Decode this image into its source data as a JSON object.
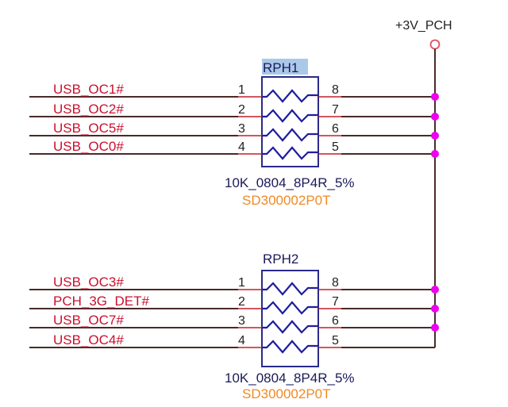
{
  "power_rail": {
    "label": "+3V_PCH",
    "colors": {
      "port": "#e05060",
      "wire": "#4a2a2a",
      "junction": "#ee00ee"
    }
  },
  "resistor_networks": [
    {
      "refdes": "RPH1",
      "value": "10K_0804_8P4R_5%",
      "part_number": "SD300002P0T",
      "highlighted": true,
      "left_pins": [
        "1",
        "2",
        "3",
        "4"
      ],
      "right_pins": [
        "8",
        "7",
        "6",
        "5"
      ],
      "nets": [
        "USB_OC1#",
        "USB_OC2#",
        "USB_OC5#",
        "USB_OC0#"
      ],
      "junctions": [
        true,
        true,
        true,
        true
      ]
    },
    {
      "refdes": "RPH2",
      "value": "10K_0804_8P4R_5%",
      "part_number": "SD300002P0T",
      "highlighted": false,
      "left_pins": [
        "1",
        "2",
        "3",
        "4"
      ],
      "right_pins": [
        "8",
        "7",
        "6",
        "5"
      ],
      "nets": [
        "USB_OC3#",
        "PCH_3G_DET#",
        "USB_OC7#",
        "USB_OC4#"
      ],
      "junctions": [
        true,
        true,
        true,
        false
      ]
    }
  ],
  "colors": {
    "net_label": "#c8102e",
    "refdes": "#1a1a5a",
    "part_number": "#f08a24",
    "box": "#2a2a8a",
    "resistor": "#1e1ea0"
  }
}
